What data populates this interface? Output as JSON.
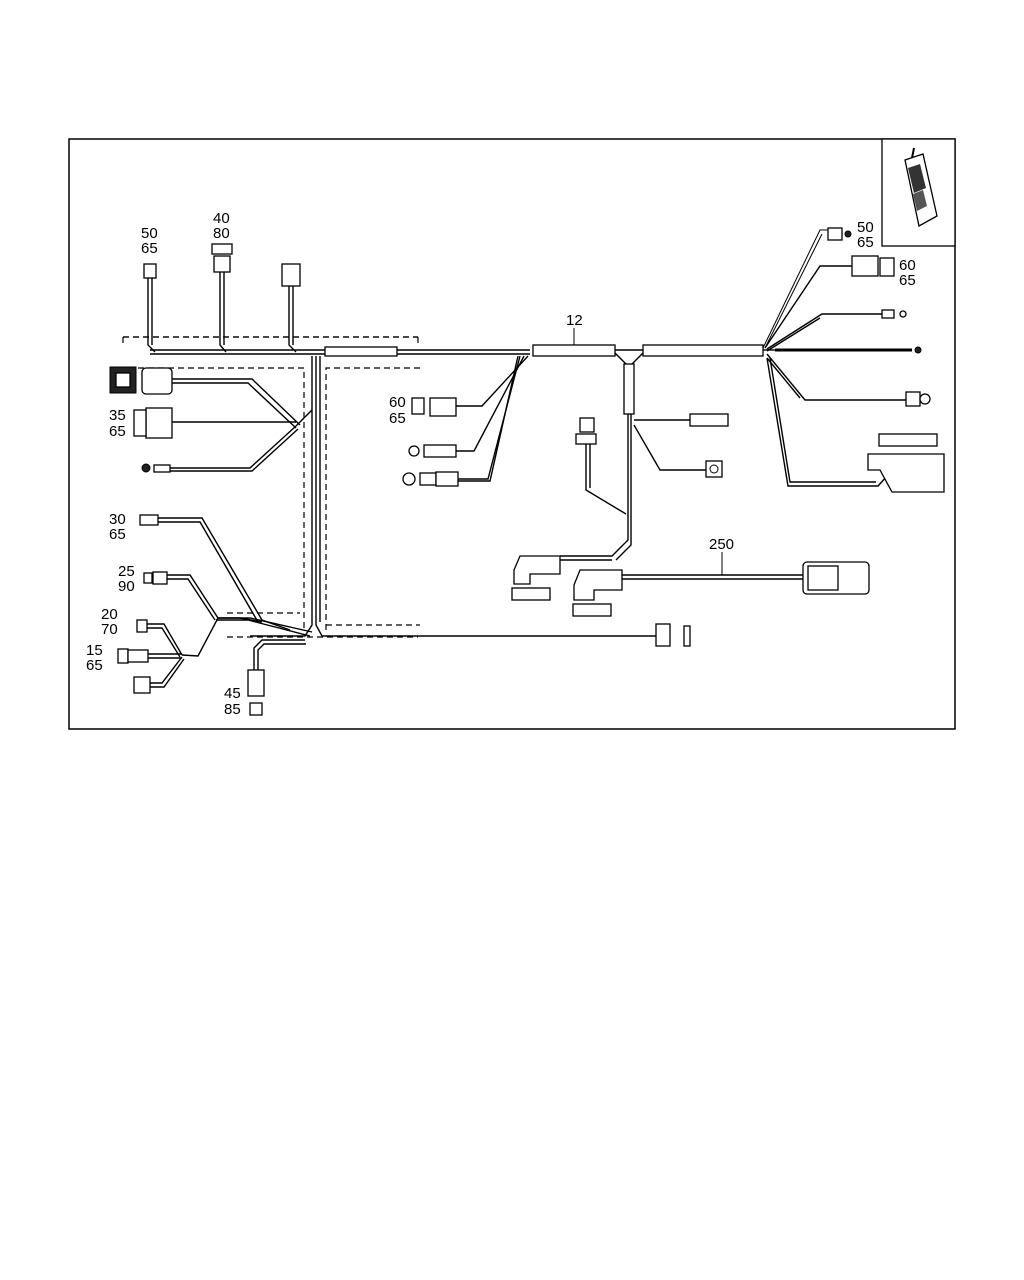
{
  "labels": {
    "harness_main": "12",
    "harness_cable": "250",
    "top_left_plug": [
      "50",
      "65"
    ],
    "top_mid_plug": [
      "40",
      "80"
    ],
    "top_right_small": [
      "50",
      "65"
    ],
    "right_box": [
      "60",
      "65"
    ],
    "left_mid_box": [
      "60",
      "65"
    ],
    "left_module": [
      "35",
      "65"
    ],
    "left_plug_a": [
      "30",
      "65"
    ],
    "left_plug_b": [
      "25",
      "90"
    ],
    "left_plug_c": [
      "20",
      "70"
    ],
    "left_plug_d": [
      "15",
      "65"
    ],
    "bottom_relay": [
      "45",
      "85"
    ]
  },
  "icons": {
    "phone": "mobile-phone-icon"
  }
}
